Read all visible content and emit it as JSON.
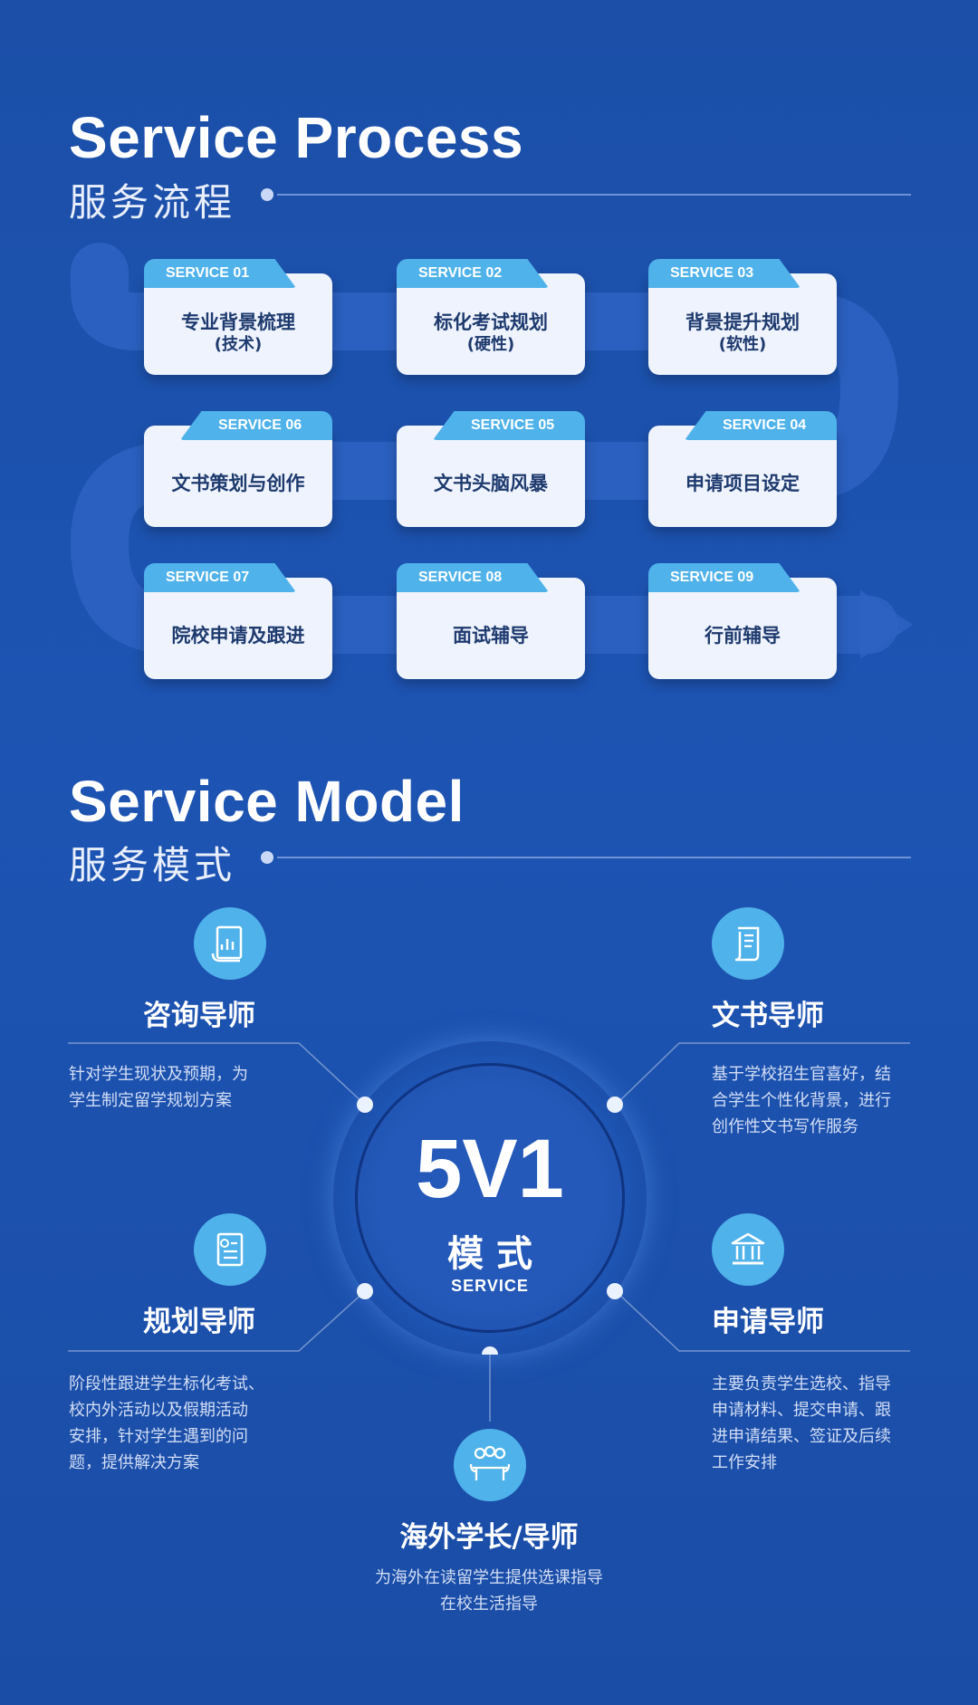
{
  "process": {
    "title_en": "Service Process",
    "title_cn": "服务流程",
    "cards": [
      {
        "tag": "SERVICE  01",
        "line1": "专业背景梳理",
        "line2": "(技术)"
      },
      {
        "tag": "SERVICE  02",
        "line1": "标化考试规划",
        "line2": "(硬性)"
      },
      {
        "tag": "SERVICE  03",
        "line1": "背景提升规划",
        "line2": "(软性)"
      },
      {
        "tag": "SERVICE  06",
        "line1": "文书策划与创作",
        "line2": ""
      },
      {
        "tag": "SERVICE  05",
        "line1": "文书头脑风暴",
        "line2": ""
      },
      {
        "tag": "SERVICE  04",
        "line1": "申请项目设定",
        "line2": ""
      },
      {
        "tag": "SERVICE  07",
        "line1": "院校申请及跟进",
        "line2": ""
      },
      {
        "tag": "SERVICE  08",
        "line1": "面试辅导",
        "line2": ""
      },
      {
        "tag": "SERVICE  09",
        "line1": "行前辅导",
        "line2": ""
      }
    ]
  },
  "model": {
    "title_en": "Service Model",
    "title_cn": "服务模式",
    "center": {
      "big": "5V1",
      "mid": "模 式",
      "small": "SERVICE"
    },
    "roles": [
      {
        "icon": "chart-document-icon",
        "title": "咨询导师",
        "desc": [
          "针对学生现状及预期，为",
          "学生制定留学规划方案"
        ]
      },
      {
        "icon": "scroll-icon",
        "title": "文书导师",
        "desc": [
          "基于学校招生官喜好，结",
          "合学生个性化背景，进行",
          "创作性文书写作服务"
        ]
      },
      {
        "icon": "checklist-icon",
        "title": "规划导师",
        "desc": [
          "阶段性跟进学生标化考试、",
          "校内外活动以及假期活动",
          "安排，针对学生遇到的问",
          "题，提供解决方案"
        ]
      },
      {
        "icon": "institution-icon",
        "title": "申请导师",
        "desc": [
          "主要负责学生选校、指导",
          "申请材料、提交申请、跟",
          "进申请结果、签证及后续",
          "工作安排"
        ]
      },
      {
        "icon": "meeting-icon",
        "title": "海外学长/导师",
        "desc": [
          "为海外在读留学生提供选课指导",
          "在校生活指导"
        ]
      }
    ]
  },
  "colors": {
    "background": "#1b4fa8",
    "accent": "#4fb2ea",
    "card": "#eef3fd",
    "card_text": "#1e3a6e"
  }
}
